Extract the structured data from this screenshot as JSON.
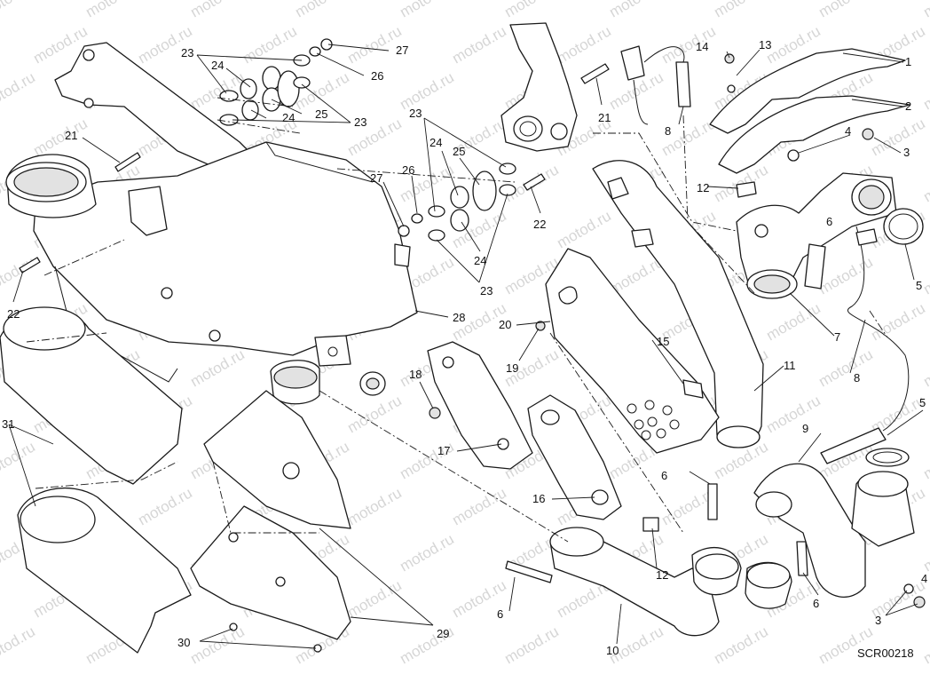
{
  "watermark": "motod.ru",
  "drawing_code": "SCR00218",
  "callouts": [
    {
      "id": "c-1",
      "label": "1"
    },
    {
      "id": "c-2",
      "label": "2"
    },
    {
      "id": "c-3a",
      "label": "3"
    },
    {
      "id": "c-3b",
      "label": "3"
    },
    {
      "id": "c-4a",
      "label": "4"
    },
    {
      "id": "c-4b",
      "label": "4"
    },
    {
      "id": "c-5a",
      "label": "5"
    },
    {
      "id": "c-5b",
      "label": "5"
    },
    {
      "id": "c-6a",
      "label": "6"
    },
    {
      "id": "c-6b",
      "label": "6"
    },
    {
      "id": "c-6c",
      "label": "6"
    },
    {
      "id": "c-6d",
      "label": "6"
    },
    {
      "id": "c-7",
      "label": "7"
    },
    {
      "id": "c-8a",
      "label": "8"
    },
    {
      "id": "c-8b",
      "label": "8"
    },
    {
      "id": "c-9",
      "label": "9"
    },
    {
      "id": "c-10",
      "label": "10"
    },
    {
      "id": "c-11",
      "label": "11"
    },
    {
      "id": "c-12a",
      "label": "12"
    },
    {
      "id": "c-12b",
      "label": "12"
    },
    {
      "id": "c-13",
      "label": "13"
    },
    {
      "id": "c-14",
      "label": "14"
    },
    {
      "id": "c-15",
      "label": "15"
    },
    {
      "id": "c-16",
      "label": "16"
    },
    {
      "id": "c-17",
      "label": "17"
    },
    {
      "id": "c-18",
      "label": "18"
    },
    {
      "id": "c-19",
      "label": "19"
    },
    {
      "id": "c-20",
      "label": "20"
    },
    {
      "id": "c-21a",
      "label": "21"
    },
    {
      "id": "c-21b",
      "label": "21"
    },
    {
      "id": "c-22a",
      "label": "22"
    },
    {
      "id": "c-22b",
      "label": "22"
    },
    {
      "id": "c-23a",
      "label": "23"
    },
    {
      "id": "c-23b",
      "label": "23"
    },
    {
      "id": "c-23c",
      "label": "23"
    },
    {
      "id": "c-23d",
      "label": "23"
    },
    {
      "id": "c-24a",
      "label": "24"
    },
    {
      "id": "c-24b",
      "label": "24"
    },
    {
      "id": "c-24c",
      "label": "24"
    },
    {
      "id": "c-24d",
      "label": "24"
    },
    {
      "id": "c-25a",
      "label": "25"
    },
    {
      "id": "c-25b",
      "label": "25"
    },
    {
      "id": "c-26a",
      "label": "26"
    },
    {
      "id": "c-26b",
      "label": "26"
    },
    {
      "id": "c-27a",
      "label": "27"
    },
    {
      "id": "c-27b",
      "label": "27"
    },
    {
      "id": "c-28",
      "label": "28"
    },
    {
      "id": "c-29",
      "label": "29"
    },
    {
      "id": "c-30",
      "label": "30"
    },
    {
      "id": "c-31",
      "label": "31"
    }
  ]
}
